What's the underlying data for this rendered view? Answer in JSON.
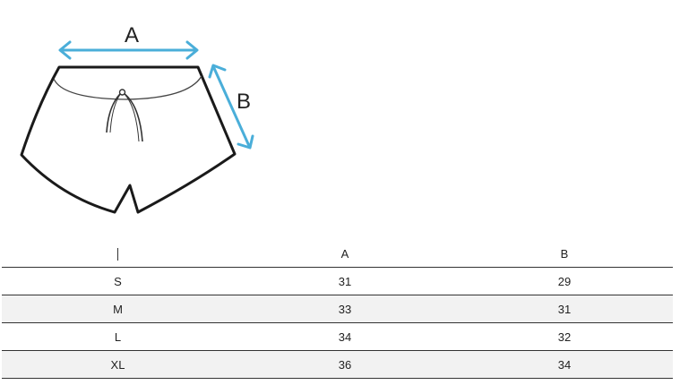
{
  "diagram": {
    "label_a": "A",
    "label_b": "B",
    "arrow_color": "#4aaed9",
    "outline_color": "#1a1a1a"
  },
  "table": {
    "headers": [
      "",
      "A",
      "B"
    ],
    "rows": [
      {
        "size": "S",
        "a": "31",
        "b": "29"
      },
      {
        "size": "M",
        "a": "33",
        "b": "31"
      },
      {
        "size": "L",
        "a": "34",
        "b": "32"
      },
      {
        "size": "XL",
        "a": "36",
        "b": "34"
      }
    ]
  }
}
